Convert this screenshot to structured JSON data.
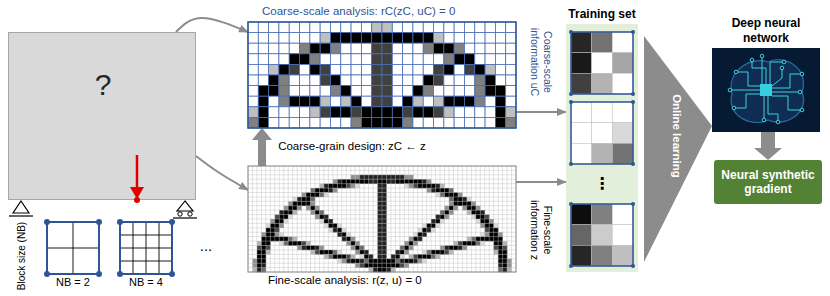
{
  "diagram": {
    "nodes": [
      {
        "text": [
          "?"
        ]
      },
      {
        "text": [
          "NB = 2"
        ]
      },
      {
        "text": [
          "NB = 4"
        ]
      },
      {
        "text": [
          "Coarse-scale analysis: rC(zC, uC) = 0"
        ]
      },
      {
        "text": [
          "Fine-scale analysis: r(z, u) = 0"
        ]
      },
      {
        "text": [
          "Training set"
        ]
      },
      {
        "text": [
          "Deep neural network"
        ]
      },
      {
        "text": [
          "Neural synthetic gradient"
        ]
      }
    ],
    "edges": [
      {
        "from": 0,
        "to": 3,
        "arrow": "to"
      },
      {
        "from": 0,
        "to": 4,
        "arrow": "to"
      },
      {
        "from": 4,
        "to": 3,
        "label": "Coarse-grain design: zC ← z",
        "arrow": "to"
      },
      {
        "from": 3,
        "to": 5,
        "label": "Coarse-scale information uC",
        "arrow": "to"
      },
      {
        "from": 4,
        "to": 5,
        "label": "Fine-scale information z",
        "arrow": "to"
      },
      {
        "from": 5,
        "to": 6,
        "label": "Online learning",
        "arrow": "to"
      },
      {
        "from": 6,
        "to": 7,
        "arrow": "to"
      }
    ],
    "labels": [
      "Block size (NB)",
      "...",
      "⋮"
    ]
  }
}
